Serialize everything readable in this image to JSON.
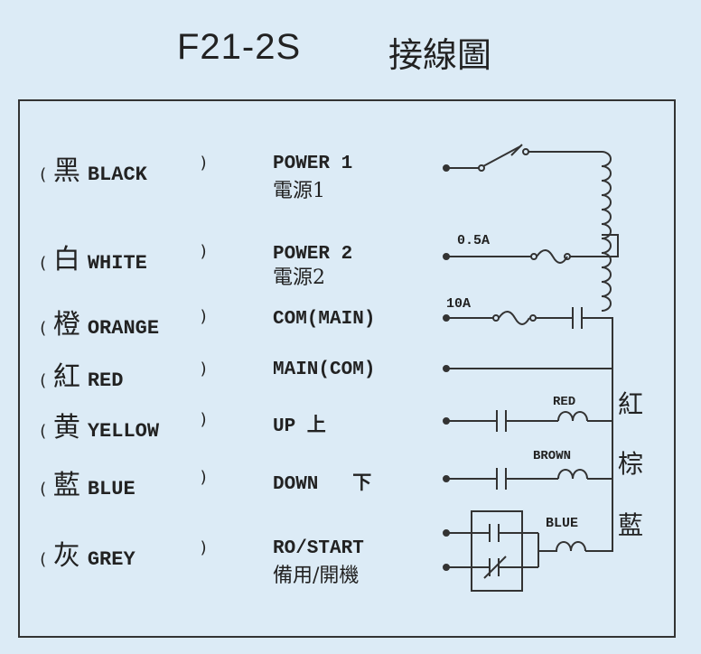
{
  "title": {
    "model": "F21-2S",
    "cn": "接線圖"
  },
  "rows": [
    {
      "zh": "黑",
      "en": "BLACK",
      "l1": "POWER 1",
      "l2": "電源1"
    },
    {
      "zh": "白",
      "en": "WHITE",
      "l1": "POWER 2",
      "l2": "電源2"
    },
    {
      "zh": "橙",
      "en": "ORANGE",
      "l1": "COM(MAIN)",
      "l2": ""
    },
    {
      "zh": "紅",
      "en": "RED",
      "l1": "MAIN(COM)",
      "l2": ""
    },
    {
      "zh": "黄",
      "en": "YELLOW",
      "l1": "UP 上",
      "l2": ""
    },
    {
      "zh": "藍",
      "en": "BLUE",
      "l1": "DOWN   下",
      "l2": ""
    },
    {
      "zh": "灰",
      "en": "GREY",
      "l1": "RO/START",
      "l2": "備用/開機"
    }
  ],
  "paren_open": "(",
  "paren_close": ")",
  "labels": {
    "fuse1": "0.5A",
    "fuse2": "10A",
    "red": "RED",
    "brown": "BROWN",
    "blue": "BLUE"
  },
  "side_labels": [
    "紅",
    "棕",
    "藍"
  ]
}
